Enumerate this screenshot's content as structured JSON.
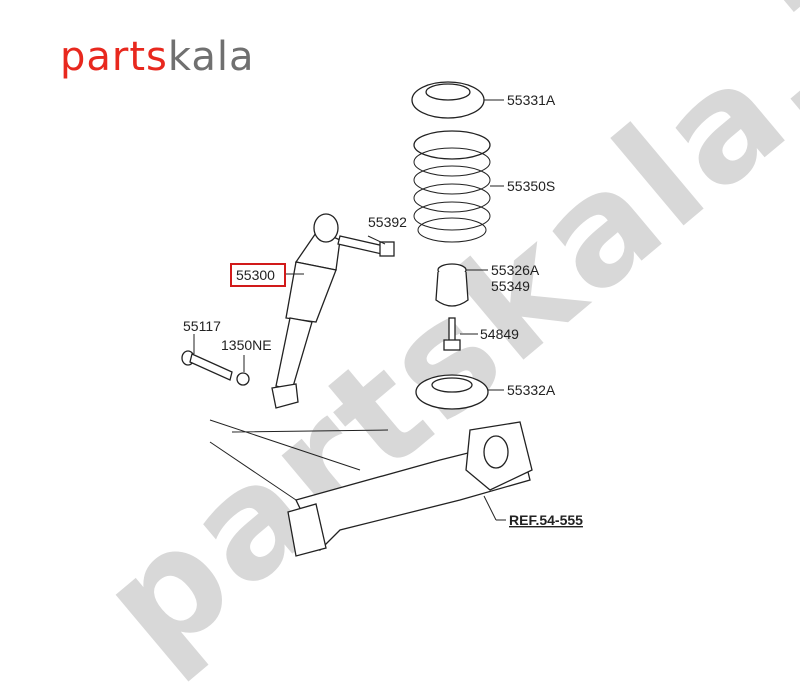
{
  "logo": {
    "part1": "parts",
    "part2": "kala"
  },
  "watermark": "partskala.ir",
  "colors": {
    "logo_red": "#e8281e",
    "logo_gray": "#707070",
    "highlight": "#d11a1a"
  },
  "labels": {
    "l55331A": "55331A",
    "l55350S": "55350S",
    "l55392": "55392",
    "l55300": "55300",
    "l55326A": "55326A",
    "l55349": "55349",
    "l55117": "55117",
    "l1350NE": "1350NE",
    "l54849": "54849",
    "l55332A": "55332A",
    "ref": "REF.54-555"
  }
}
